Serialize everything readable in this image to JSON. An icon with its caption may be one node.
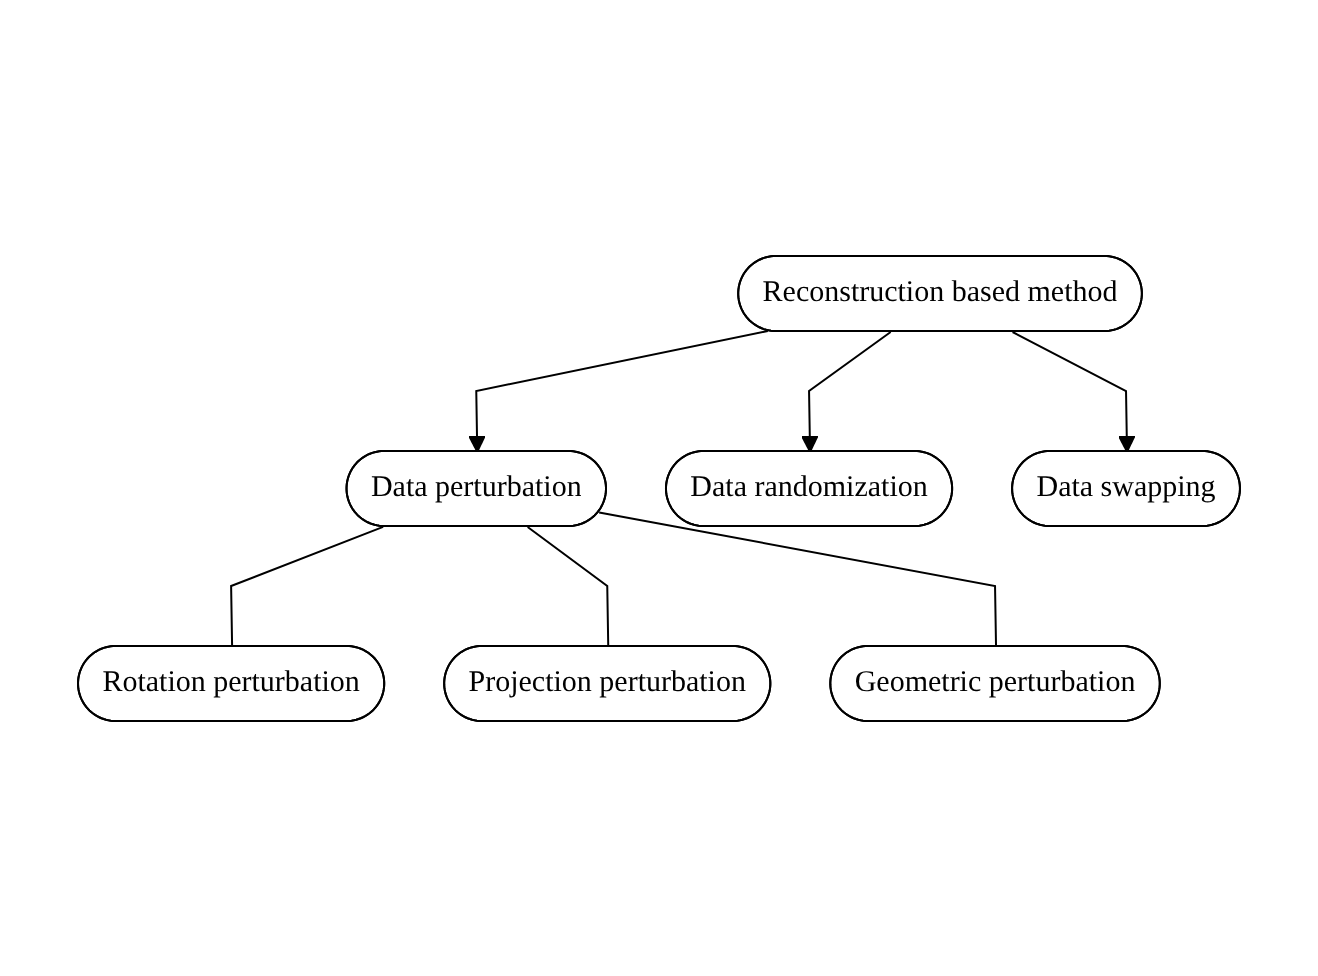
{
  "diagram": {
    "nodes": [
      {
        "text": [
          "Reconstruction based method"
        ]
      },
      {
        "text": [
          "Data perturbation"
        ]
      },
      {
        "text": [
          "Rotation perturbation"
        ]
      },
      {
        "text": [
          "Projection perturbation"
        ]
      },
      {
        "text": [
          "Geometric perturbation"
        ]
      },
      {
        "text": [
          "Data randomization"
        ]
      },
      {
        "text": [
          "Data swapping"
        ]
      }
    ],
    "edges": [
      {
        "from": 0,
        "to": 1,
        "arrow": "to"
      },
      {
        "from": 0,
        "to": 5,
        "arrow": "to"
      },
      {
        "from": 0,
        "to": 6,
        "arrow": "to"
      },
      {
        "from": 1,
        "to": 2,
        "arrow": "none"
      },
      {
        "from": 1,
        "to": 3,
        "arrow": "none"
      },
      {
        "from": 1,
        "to": 4,
        "arrow": "none"
      }
    ]
  }
}
